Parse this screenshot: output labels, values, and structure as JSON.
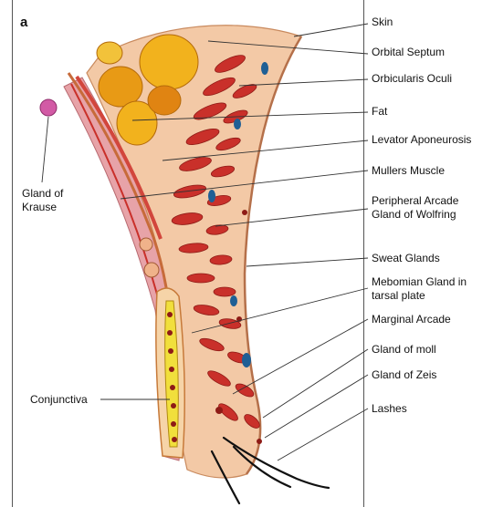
{
  "figure": {
    "panel_letter": "a",
    "labels_right": [
      {
        "id": "skin",
        "text": "Skin"
      },
      {
        "id": "orbital-septum",
        "text": "Orbital Septum"
      },
      {
        "id": "orbicularis-oculi",
        "text": "Orbicularis Oculi"
      },
      {
        "id": "fat",
        "text": "Fat"
      },
      {
        "id": "levator-aponeurosis",
        "text": "Levator Aponeurosis"
      },
      {
        "id": "mullers-muscle",
        "text": "Mullers Muscle"
      },
      {
        "id": "peripheral-arcade",
        "text": "Peripheral Arcade\nGland of Wolfring"
      },
      {
        "id": "sweat-glands",
        "text": "Sweat Glands"
      },
      {
        "id": "meibomian-gland",
        "text": "Mebomian Gland in\ntarsal plate"
      },
      {
        "id": "marginal-arcade",
        "text": "Marginal Arcade"
      },
      {
        "id": "gland-of-moll",
        "text": "Gland of moll"
      },
      {
        "id": "gland-of-zeis",
        "text": "Gland of Zeis"
      },
      {
        "id": "lashes",
        "text": "Lashes"
      }
    ],
    "labels_left": [
      {
        "id": "gland-of-krause",
        "text": "Gland of\nKrause"
      },
      {
        "id": "conjunctiva",
        "text": "Conjunctiva"
      }
    ]
  },
  "colors": {
    "skin_tone": "#f3c9a6",
    "muscle_red": "#c9302a",
    "muscle_dark": "#8e1b16",
    "fat_yellow": "#f2b21d",
    "fat_orange": "#e08412",
    "conjunctiva_pink": "#e7a3a8",
    "meibomian_yellow": "#f1df3c",
    "gland_blue": "#1f5f95",
    "krause_pink": "#d25aa5",
    "leader_line": "#333333"
  }
}
